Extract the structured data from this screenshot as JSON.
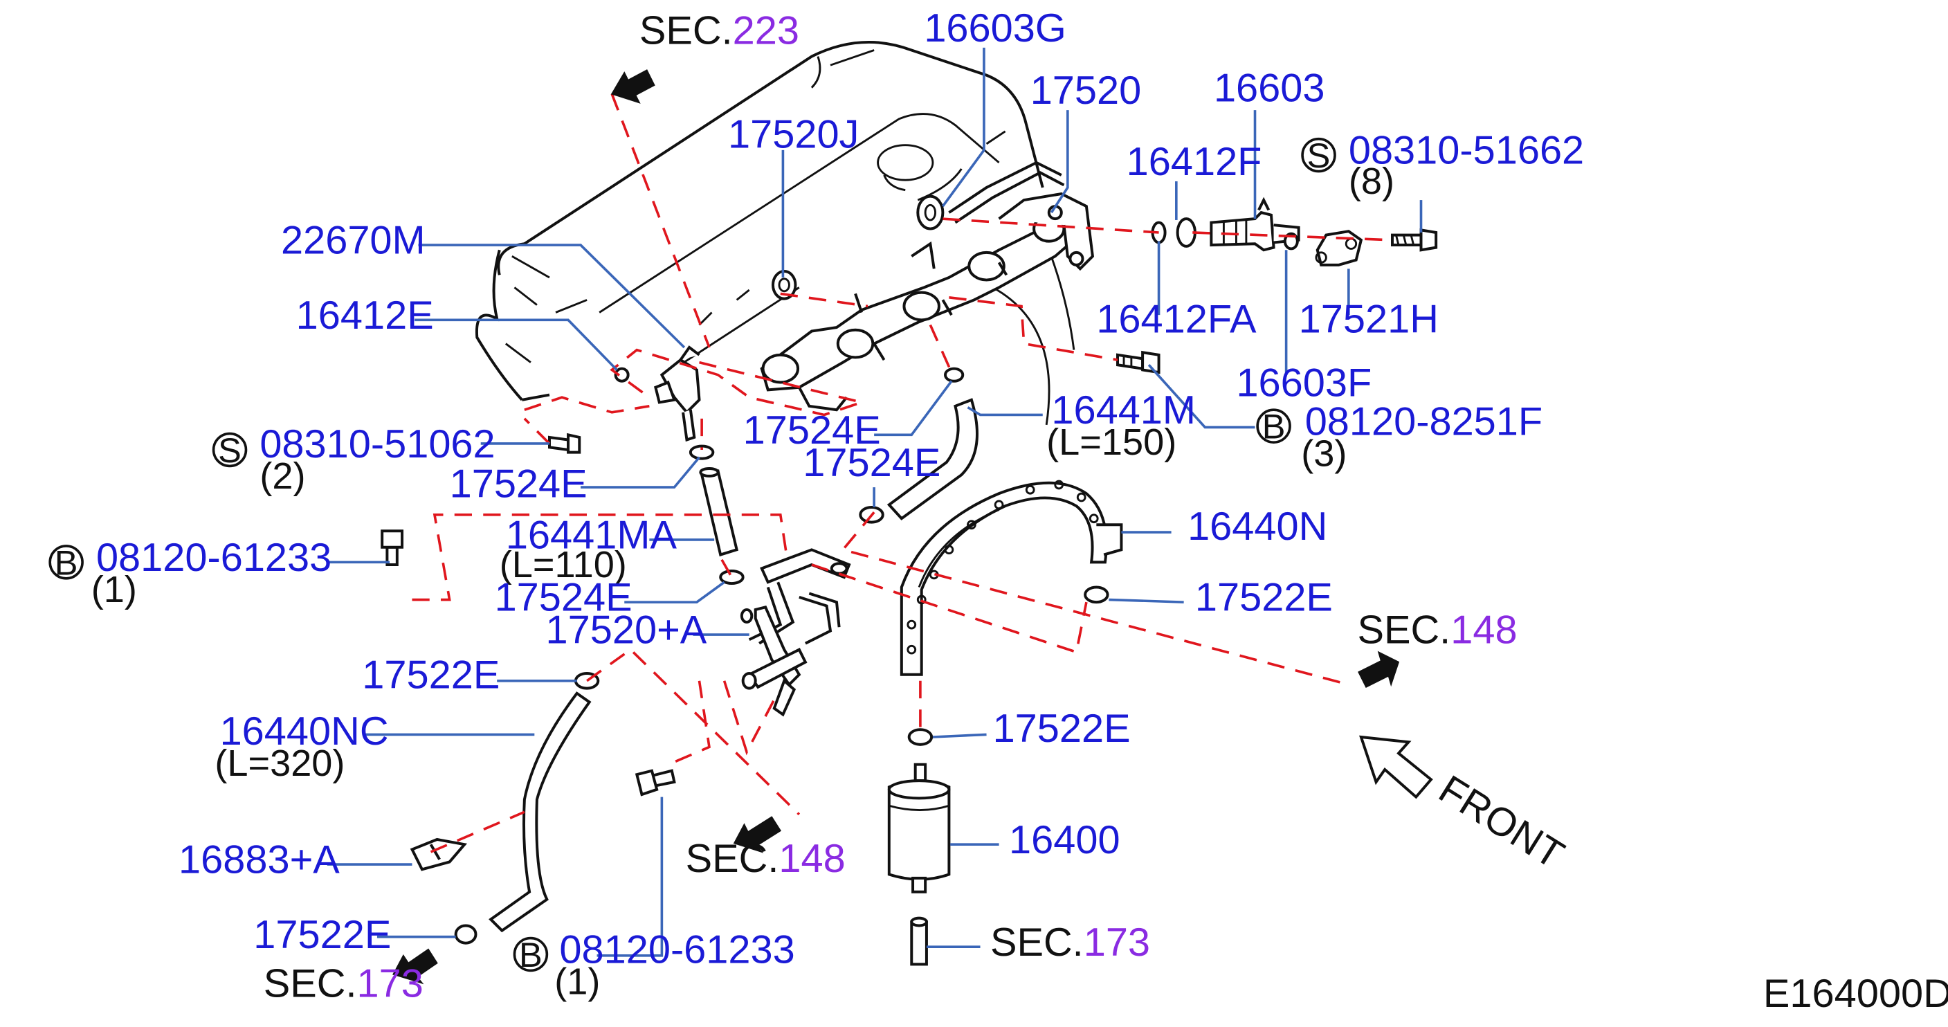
{
  "callouts": {
    "p16603G": "16603G",
    "p17520": "17520",
    "p16603": "16603",
    "p17520J": "17520J",
    "p16412F": "16412F",
    "p08310_51662": "08310-51662",
    "q8": "(8)",
    "p22670M": "22670M",
    "p16412E": "16412E",
    "p16412FA": "16412FA",
    "p17521H": "17521H",
    "p16603F": "16603F",
    "p08120_8251F": "08120-8251F",
    "q3": "(3)",
    "p08310_51062": "08310-51062",
    "q2": "(2)",
    "p17524E_a": "17524E",
    "p16441M": "16441M",
    "l150": "(L=150)",
    "p17524E_b": "17524E",
    "p17524E_c": "17524E",
    "p08120_61233_a": "08120-61233",
    "q1a": "(1)",
    "p16441MA": "16441MA",
    "l110": "(L=110)",
    "p16440N": "16440N",
    "p17524E_d": "17524E",
    "p17522E_a": "17522E",
    "p17520A": "17520+A",
    "p17522E_b": "17522E",
    "p16440NC": "16440NC",
    "l320": "(L=320)",
    "p17522E_c": "17522E",
    "p16400": "16400",
    "p16883A": "16883+A",
    "p17522E_d": "17522E",
    "p08120_61233_b": "08120-61233",
    "q1b": "(1)"
  },
  "circle_codes": {
    "s1": "S",
    "s2": "S",
    "b1": "B",
    "b2": "B",
    "b3": "B"
  },
  "sections": {
    "sec223": {
      "prefix": "SEC.",
      "num": "223"
    },
    "sec148a": {
      "prefix": "SEC.",
      "num": "148"
    },
    "sec148b": {
      "prefix": "SEC.",
      "num": "148"
    },
    "sec173a": {
      "prefix": "SEC.",
      "num": "173"
    },
    "sec173b": {
      "prefix": "SEC.",
      "num": "173"
    }
  },
  "front_label": "FRONT",
  "diagram_code": "E164000D",
  "colors": {
    "part_number": "#1a1ad6",
    "section_number": "#8a2be2",
    "leader_line": "#3a66b8",
    "dashed_line": "#e0161d"
  }
}
